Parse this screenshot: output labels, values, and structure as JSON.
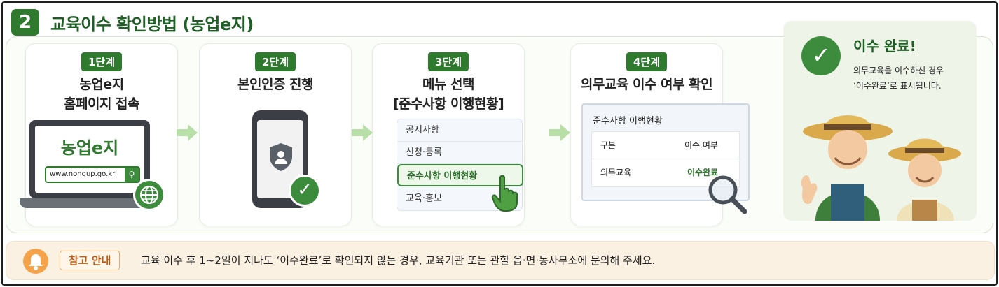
{
  "header": {
    "number": "2",
    "title": "교육이수 확인방법 (농업e지)"
  },
  "steps": [
    {
      "badge": "1단계",
      "title": "농업e지\n홈페이지 접속"
    },
    {
      "badge": "2단계",
      "title": "본인인증 진행"
    },
    {
      "badge": "3단계",
      "title": "메뉴 선택\n[준수사항 이행현황]"
    },
    {
      "badge": "4단계",
      "title": "의무교육 이수 여부 확인"
    }
  ],
  "laptop": {
    "logo": "농업e지",
    "url": "www.nongup.go.kr"
  },
  "menu": {
    "items": [
      "공지사항",
      "신청·등록",
      "준수사항 이행현황",
      "교육·홍보"
    ],
    "active_index": 2
  },
  "status_table": {
    "title": "준수사항 이행현황",
    "headers": [
      "구분",
      "이수 여부"
    ],
    "row": [
      "의무교육",
      "이수완료"
    ]
  },
  "complete": {
    "title": "이수 완료!",
    "text": "의무교육을 이수하신 경우\n‘이수완료’로 표시됩니다."
  },
  "notice": {
    "tag": "참고 안내",
    "text": "교육 이수 후 1~2일이 지나도 ‘이수완료’로 확인되지 않는 경우, 교육기관 또는 관할 읍·면·동사무소에 문의해 주세요."
  },
  "colors": {
    "brand_green": "#2f7a2f",
    "accent_green": "#3d8b3d",
    "notice_orange": "#f4a34a",
    "notice_bg": "#fbf1e2"
  }
}
